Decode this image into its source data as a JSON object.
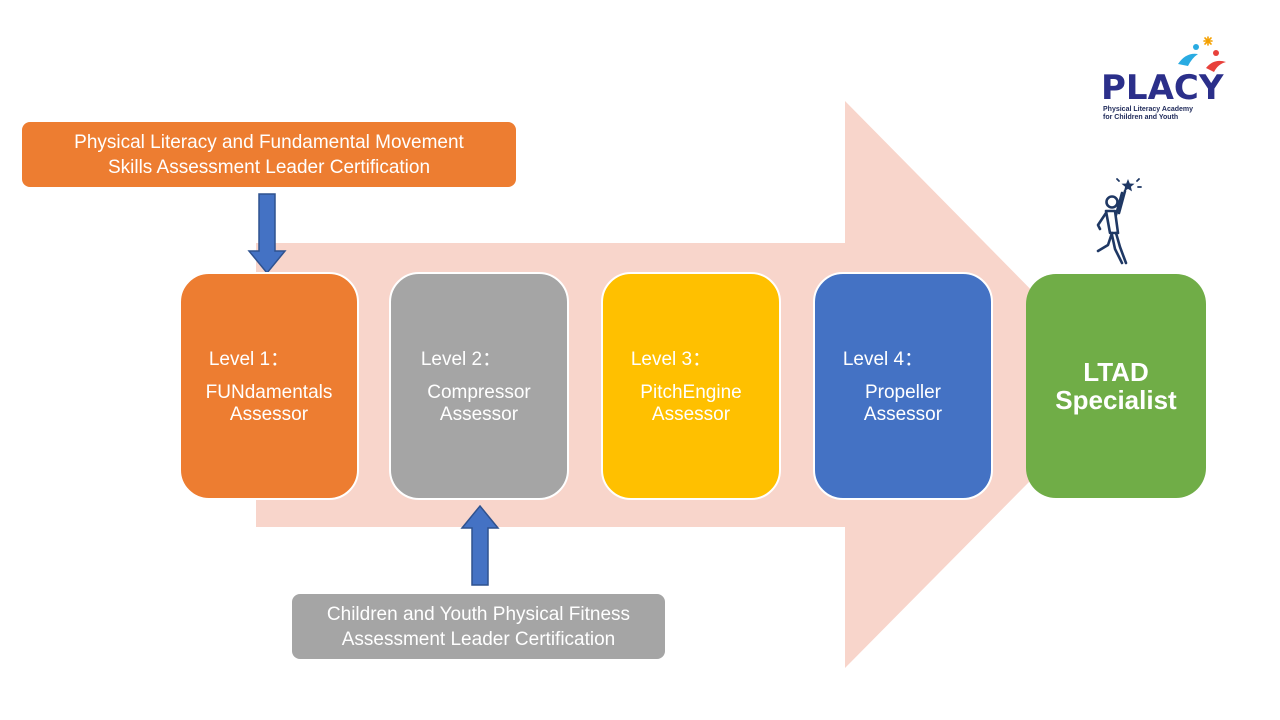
{
  "logo": {
    "wordmark": "PLACY",
    "subtitle_line1": "Physical Literacy Academy",
    "subtitle_line2": "for Children and Youth"
  },
  "top_certification": {
    "line1": "Physical Literacy and Fundamental  Movement",
    "line2": "Skills Assessment  Leader Certification",
    "color": "#ed7d31"
  },
  "bottom_certification": {
    "line1": "Children  and Youth Physical Fitness",
    "line2": "Assessment  Leader Certification",
    "color": "#a5a5a5"
  },
  "levels": [
    {
      "title": "Level 1：",
      "role_line1": "FUNdamentals",
      "role_line2": "Assessor",
      "color": "#ed7d31"
    },
    {
      "title": "Level 2：",
      "role_line1": "Compressor",
      "role_line2": "Assessor",
      "color": "#a5a5a5"
    },
    {
      "title": "Level 3：",
      "role_line1": "PitchEngine",
      "role_line2": "Assessor",
      "color": "#ffc000"
    },
    {
      "title": "Level 4：",
      "role_line1": "Propeller",
      "role_line2": "Assessor",
      "color": "#4472c4"
    }
  ],
  "final": {
    "line1": "LTAD",
    "line2": "Specialist",
    "color": "#70ad47"
  },
  "colors": {
    "progress_arrow": "#f8d5cb",
    "connector_arrow": "#4472c4",
    "connector_outline": "#2f528f",
    "icon": "#1f3864"
  },
  "icons": [
    "person-reaching-star-icon",
    "placy-logo-figures-icon"
  ]
}
